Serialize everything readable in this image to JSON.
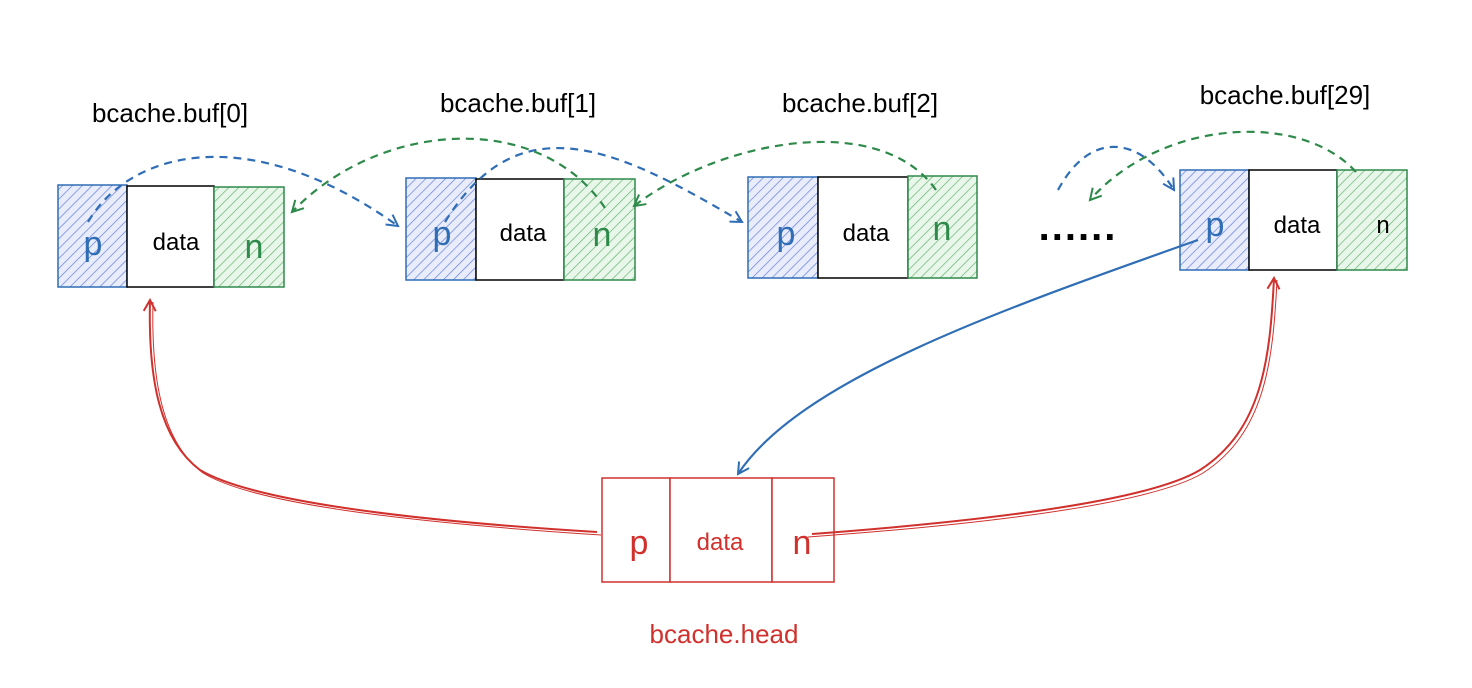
{
  "colors": {
    "blue": "#2f6db5",
    "green": "#2e8a4a",
    "red": "#d0312d",
    "black": "#000000",
    "blue_fill": "#3b5bd9",
    "green_fill": "#3aa04a"
  },
  "nodes": [
    {
      "label": "bcache.buf[0]",
      "p": "p",
      "data": "data",
      "n": "n"
    },
    {
      "label": "bcache.buf[1]",
      "p": "p",
      "data": "data",
      "n": "n"
    },
    {
      "label": "bcache.buf[2]",
      "p": "p",
      "data": "data",
      "n": "n"
    },
    {
      "label": "bcache.buf[29]",
      "p": "p",
      "data": "data",
      "n": "n"
    }
  ],
  "ellipsis": "......",
  "head": {
    "label": "bcache.head",
    "p": "p",
    "data": "data",
    "n": "n"
  }
}
